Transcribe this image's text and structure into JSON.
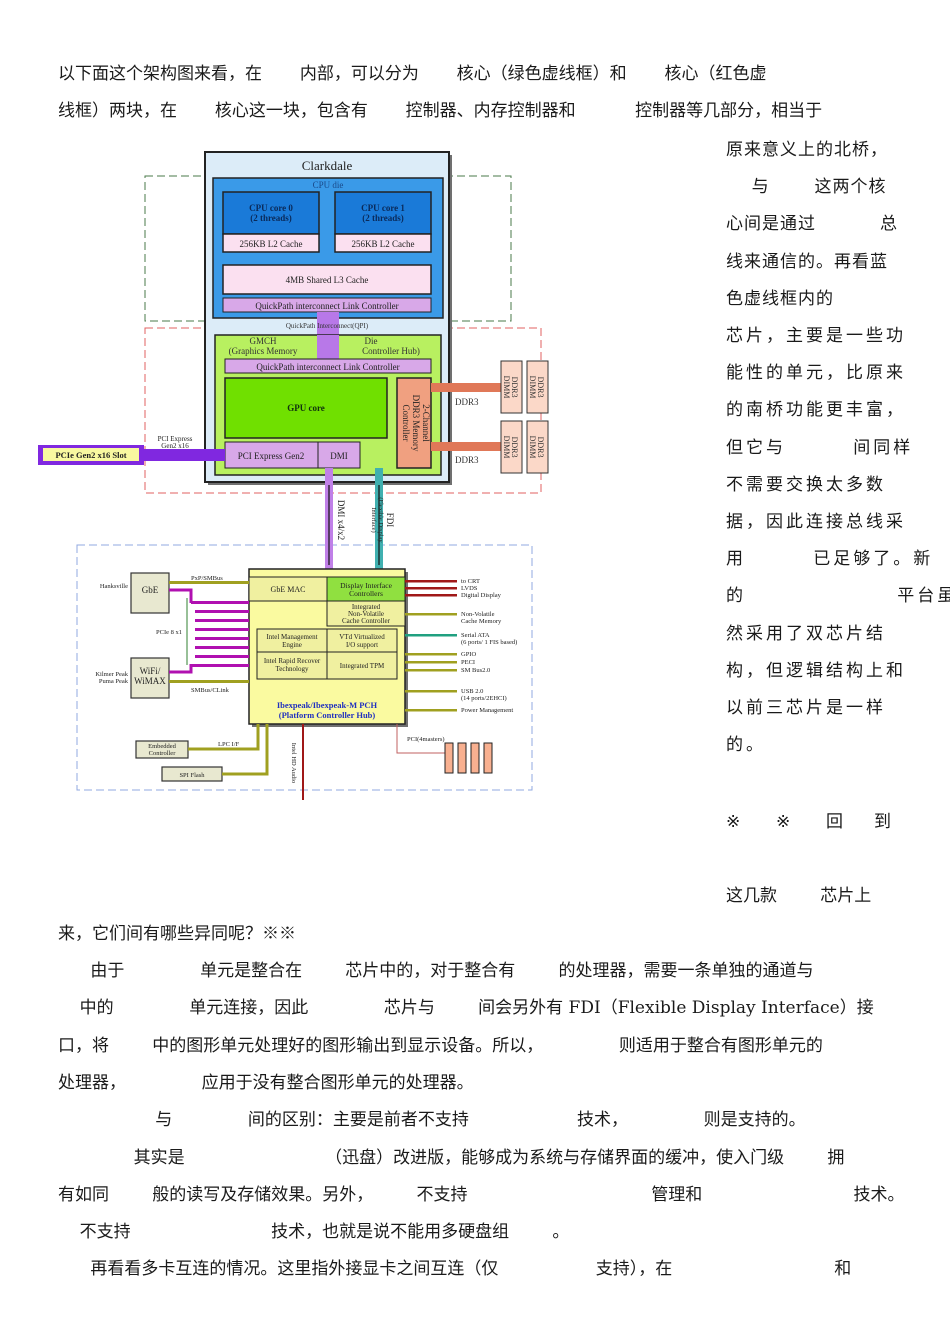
{
  "paragraphs": {
    "intro": [
      "以下面这个架构图来看，在       内部，可以分为       核心（绿色虚线框）和       核心（红色虚",
      "线框）两块，在       核心这一块，包含有       控制器、内存控制器和           控制器等几部分，相当于"
    ],
    "right_column": [
      "原来意义上的北桥，",
      "    与       这两个核",
      "心间是通过          总",
      "线来通信的。再看蓝",
      "色虚线框内的",
      "芯片，主要是一些功",
      "能性的单元，比原来",
      "的南桥功能更丰富，",
      "但它与        间同样",
      "不需要交换太多数",
      "据，因此连接总线采",
      "用        已足够了。新",
      "的                  平台虽",
      "然采用了双芯片结",
      "构，但逻辑结构上和",
      "以前三芯片是一样",
      "的。"
    ],
    "right_spaced": [
      "※",
      "※",
      "回",
      "到"
    ],
    "right_tail": "这几款        芯片上",
    "question": "来，它们间有哪些异同呢？※※",
    "body": [
      "      由于              单元是整合在        芯片中的，对于整合有        的处理器，需要一条单独的通道与",
      "    中的              单元连接，因此              芯片与        间会另外有 FDI（Flexible Display Interface）接",
      "口，将        中的图形单元处理好的图形输出到显示设备。所以，              则适用于整合有图形单元的",
      "处理器，              应用于没有整合图形单元的处理器。",
      "                  与              间的区别：主要是前者不支持                    技术，              则是支持的。",
      "              其实是                          （迅盘）改进版，能够成为系统与存储界面的缓冲，使入门级        拥",
      "有如同        般的读写及存储效果。另外，        不支持                                  管理和                            技术。",
      "    不支持                          技术，也就是说不能用多硬盘组        。",
      "      再看看多卡互连的情况。这里指外接显卡之间互连（仅                  支持），在                              和"
    ]
  },
  "diagram": {
    "title": "Clarkdale",
    "cpu_die_label": "CPU die",
    "cpu_core0": [
      "CPU core 0",
      "(2 threads)"
    ],
    "cpu_core1": [
      "CPU core 1",
      "(2 threads)"
    ],
    "l2_cache": "256KB L2 Cache",
    "l3_cache": "4MB Shared L3 Cache",
    "qpi_link_controller": "QuickPath interconnect Link Controller",
    "qpi_label": "QuickPath Interconnect(QPI)",
    "gmch_label_left": [
      "GMCH",
      "(Graphics Memory"
    ],
    "gmch_label_right": [
      "Die",
      "Controller Hub)"
    ],
    "gpu_core": "GPU core",
    "memory_controller": [
      "2-Channel",
      "DDR3 Memory",
      "Controller"
    ],
    "ddr3_label": "DDR3",
    "dimm_label": [
      "DDR3",
      "DIMM"
    ],
    "pcie_gen2": "PCI Express Gen2",
    "dmi": "DMI",
    "pcie_slot": "PCIe Gen2 x16 Slot",
    "pcie_link_label": [
      "PCI Express",
      "Gen2 x16"
    ],
    "dmi_link": "DMI x4/x2",
    "fdi_link": [
      "FDI",
      "(Flexible Display",
      "Interface)"
    ],
    "pch": {
      "gbe_mac": "GbE MAC",
      "display_if": [
        "Display Interface",
        "Controllers"
      ],
      "nv_cache": [
        "Integrated",
        "Non-Volatile",
        "Cache Controller"
      ],
      "ime": [
        "Intel Management",
        "Engine"
      ],
      "vtd": [
        "VTd Virtualized",
        "I/O support"
      ],
      "rapid_recover": [
        "Intel Rapid Recover",
        "Technology"
      ],
      "tpm": "Integrated TPM",
      "name": [
        "Ibexpeak/Ibexpeak-M PCH",
        "(Platform Controller Hub)"
      ]
    },
    "left_devices": {
      "gbe": "GbE",
      "hanksville": "Hanksville",
      "pxp_smbus": "PxP/SMBus",
      "pcie_8x1": "PCIe 8 x1",
      "wifi": [
        "WiFi/",
        "WiMAX"
      ],
      "kilmer": [
        "Kilmer Peak",
        "Puma Peak"
      ],
      "smbus_clink": "SMBus/CLink",
      "embedded_controller": [
        "Embedded",
        "Controller"
      ],
      "lpc": "LPC I/F",
      "spi_flash": "SPI Flash",
      "hd_audio": "Intel HD Audio"
    },
    "outputs": [
      {
        "label": [
          "to CRT"
        ],
        "color": "#a01818"
      },
      {
        "label": [
          "LVDS"
        ],
        "color": "#a01818"
      },
      {
        "label": [
          "Digital Display"
        ],
        "color": "#a01818"
      },
      {
        "label": [
          "Non-Volatile",
          "Cache Memory"
        ],
        "color": "#a0a020"
      },
      {
        "label": [
          "Serial ATA",
          "(6 ports/ 1 FIS based)"
        ],
        "color": "#20a080"
      },
      {
        "label": [
          "GPIO"
        ],
        "color": "#a0a020"
      },
      {
        "label": [
          "PECI"
        ],
        "color": "#a0a020"
      },
      {
        "label": [
          "SM Bus2.0"
        ],
        "color": "#a0a020"
      },
      {
        "label": [
          "USB 2.0",
          "(14 ports/2EHCI)"
        ],
        "color": "#a0a020"
      },
      {
        "label": [
          "Power Management"
        ],
        "color": "#a0a020"
      }
    ],
    "pci_label": "PCI(4masters)"
  }
}
